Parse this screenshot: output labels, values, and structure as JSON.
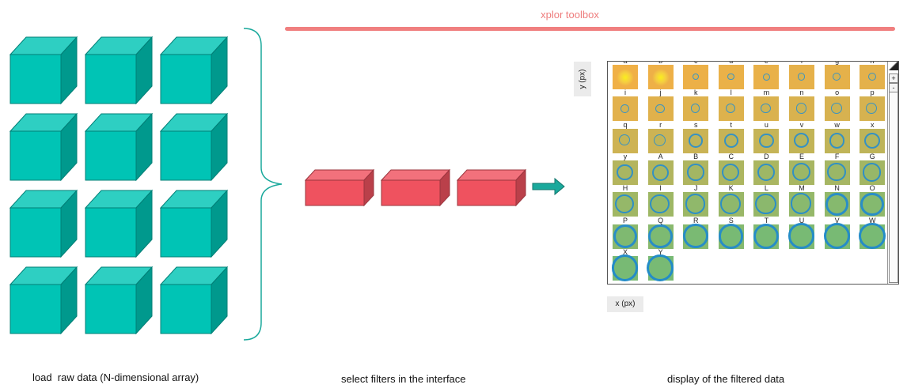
{
  "toolbox_title": "xplor toolbox",
  "captions": {
    "load": "load  raw data (N-dimensional array)",
    "select": "select filters in the interface",
    "display": "display of the filtered data"
  },
  "colors": {
    "cube": "#00c4b5",
    "filter_box": "#ef525f",
    "toolbox_bar": "#f07f7f",
    "arrow": "#1aa99c"
  },
  "raw_data_cubes": {
    "rows": 4,
    "cols": 3
  },
  "filter_boxes": 3,
  "viewer": {
    "y_axis_label": "y (px)",
    "x_axis_label": "x (px)",
    "scroll_plus": "+",
    "scroll_minus": "-",
    "tiles": [
      {
        "label": "a",
        "ring": 0.0,
        "bg": 0.0
      },
      {
        "label": "b",
        "ring": 0.04,
        "bg": 0.02
      },
      {
        "label": "c",
        "ring": 0.08,
        "bg": 0.03
      },
      {
        "label": "d",
        "ring": 0.1,
        "bg": 0.05
      },
      {
        "label": "e",
        "ring": 0.12,
        "bg": 0.06
      },
      {
        "label": "f",
        "ring": 0.14,
        "bg": 0.08
      },
      {
        "label": "g",
        "ring": 0.16,
        "bg": 0.09
      },
      {
        "label": "h",
        "ring": 0.18,
        "bg": 0.1
      },
      {
        "label": "i",
        "ring": 0.2,
        "bg": 0.12
      },
      {
        "label": "j",
        "ring": 0.22,
        "bg": 0.13
      },
      {
        "label": "k",
        "ring": 0.24,
        "bg": 0.15
      },
      {
        "label": "l",
        "ring": 0.26,
        "bg": 0.16
      },
      {
        "label": "m",
        "ring": 0.28,
        "bg": 0.18
      },
      {
        "label": "n",
        "ring": 0.3,
        "bg": 0.19
      },
      {
        "label": "o",
        "ring": 0.32,
        "bg": 0.21
      },
      {
        "label": "p",
        "ring": 0.34,
        "bg": 0.22
      },
      {
        "label": "q",
        "ring": 0.36,
        "bg": 0.28
      },
      {
        "label": "r",
        "ring": 0.38,
        "bg": 0.3
      },
      {
        "label": "s",
        "ring": 0.4,
        "bg": 0.32
      },
      {
        "label": "t",
        "ring": 0.42,
        "bg": 0.34
      },
      {
        "label": "u",
        "ring": 0.44,
        "bg": 0.36
      },
      {
        "label": "v",
        "ring": 0.46,
        "bg": 0.38
      },
      {
        "label": "w",
        "ring": 0.48,
        "bg": 0.4
      },
      {
        "label": "x",
        "ring": 0.5,
        "bg": 0.42
      },
      {
        "label": "y",
        "ring": 0.52,
        "bg": 0.5
      },
      {
        "label": "A",
        "ring": 0.54,
        "bg": 0.52
      },
      {
        "label": "B",
        "ring": 0.56,
        "bg": 0.54
      },
      {
        "label": "C",
        "ring": 0.58,
        "bg": 0.56
      },
      {
        "label": "D",
        "ring": 0.6,
        "bg": 0.58
      },
      {
        "label": "E",
        "ring": 0.62,
        "bg": 0.6
      },
      {
        "label": "F",
        "ring": 0.64,
        "bg": 0.62
      },
      {
        "label": "G",
        "ring": 0.66,
        "bg": 0.64
      },
      {
        "label": "H",
        "ring": 0.68,
        "bg": 0.66
      },
      {
        "label": "I",
        "ring": 0.7,
        "bg": 0.68
      },
      {
        "label": "J",
        "ring": 0.72,
        "bg": 0.7
      },
      {
        "label": "K",
        "ring": 0.74,
        "bg": 0.72
      },
      {
        "label": "L",
        "ring": 0.76,
        "bg": 0.74
      },
      {
        "label": "M",
        "ring": 0.78,
        "bg": 0.76
      },
      {
        "label": "N",
        "ring": 0.8,
        "bg": 0.78
      },
      {
        "label": "O",
        "ring": 0.82,
        "bg": 0.8
      },
      {
        "label": "P",
        "ring": 0.84,
        "bg": 0.84
      },
      {
        "label": "Q",
        "ring": 0.86,
        "bg": 0.86
      },
      {
        "label": "R",
        "ring": 0.88,
        "bg": 0.88
      },
      {
        "label": "S",
        "ring": 0.9,
        "bg": 0.9
      },
      {
        "label": "T",
        "ring": 0.92,
        "bg": 0.92
      },
      {
        "label": "U",
        "ring": 0.94,
        "bg": 0.94
      },
      {
        "label": "V",
        "ring": 0.96,
        "bg": 0.96
      },
      {
        "label": "W",
        "ring": 0.98,
        "bg": 0.98
      },
      {
        "label": "X",
        "ring": 0.99,
        "bg": 0.99
      },
      {
        "label": "Y",
        "ring": 1.0,
        "bg": 1.0
      }
    ]
  }
}
